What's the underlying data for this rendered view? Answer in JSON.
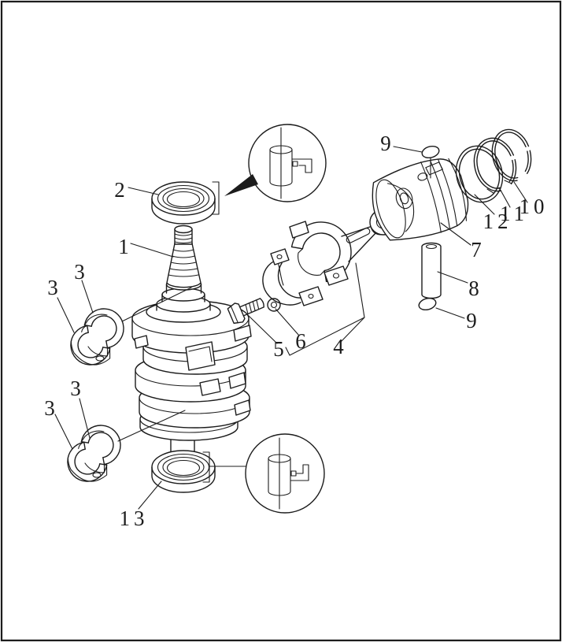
{
  "diagram": {
    "type": "exploded-parts-diagram",
    "subject": "crankshaft-and-piston-assembly",
    "background_color": "#ffffff",
    "line_color": "#1c1c1c",
    "labels": [
      {
        "text": "1",
        "part": "crankshaft"
      },
      {
        "text": "2",
        "part": "oil-seal-upper"
      },
      {
        "text": "3",
        "part": "bearing-half-top-pair-right"
      },
      {
        "text": "3",
        "part": "bearing-half-top-pair-left"
      },
      {
        "text": "3",
        "part": "bearing-half-bottom-pair-right"
      },
      {
        "text": "3",
        "part": "bearing-half-bottom-pair-left"
      },
      {
        "text": "4",
        "part": "connecting-rod-cap"
      },
      {
        "text": "5",
        "part": "cap-bolt"
      },
      {
        "text": "6",
        "part": "washer"
      },
      {
        "text": "7",
        "part": "piston"
      },
      {
        "text": "8",
        "part": "piston-pin"
      },
      {
        "text": "9",
        "part": "pin-clip-upper"
      },
      {
        "text": "9",
        "part": "pin-clip-lower"
      },
      {
        "text": "10",
        "part": "piston-ring-top"
      },
      {
        "text": "11",
        "part": "piston-ring-second"
      },
      {
        "text": "12",
        "part": "piston-ring-third"
      },
      {
        "text": "13",
        "part": "oil-seal-lower"
      }
    ]
  }
}
